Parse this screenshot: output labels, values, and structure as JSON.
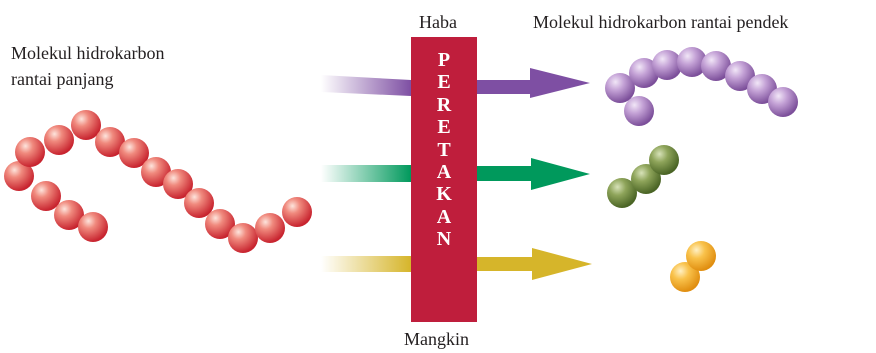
{
  "labels": {
    "reactant": [
      "Molekul hidrokarbon",
      "rantai panjang"
    ],
    "products": "Molekul hidrokarbon rantai pendek",
    "heat": "Haba",
    "catalyst": "Mangkin",
    "process": "PERETAKAN"
  },
  "colors": {
    "process_box": "#bf1e3c",
    "long_chain": "#e9554f",
    "purple_chain": "#a678c0",
    "green_chain": "#6f8a3c",
    "orange_chain": "#f2a925",
    "arrow_purple": "#7e4fa3",
    "arrow_green": "#00995c",
    "arrow_yellow": "#d6b52a"
  }
}
